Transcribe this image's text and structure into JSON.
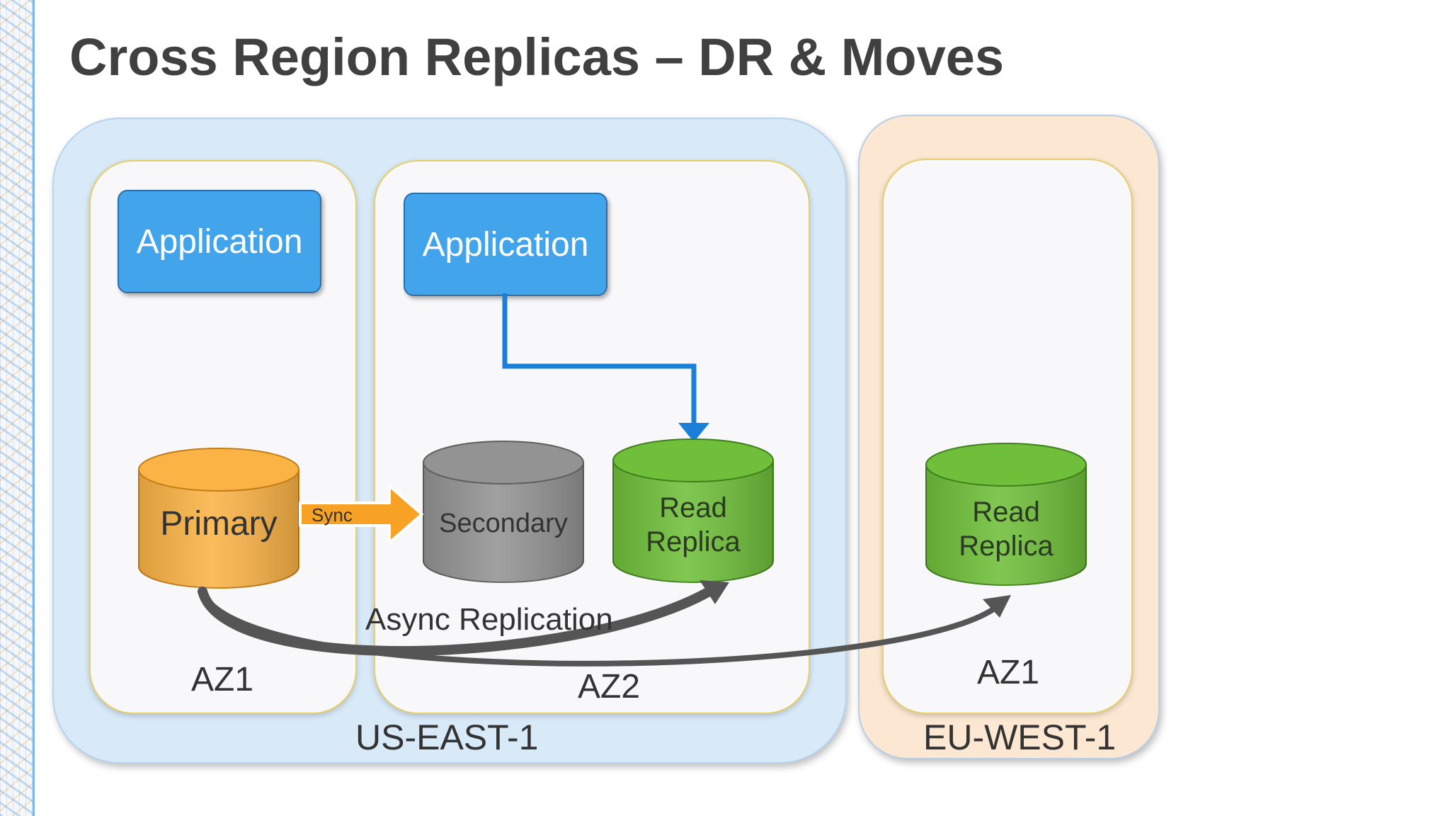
{
  "title": "Cross Region Replicas – DR & Moves",
  "regions": {
    "us": {
      "label": "US-EAST-1"
    },
    "eu": {
      "label": "EU-WEST-1"
    }
  },
  "zones": {
    "us_az1": {
      "label": "AZ1"
    },
    "us_az2": {
      "label": "AZ2"
    },
    "eu_az1": {
      "label": "AZ1"
    }
  },
  "applications": [
    {
      "label": "Application"
    },
    {
      "label": "Application"
    }
  ],
  "databases": {
    "primary": {
      "label": "Primary",
      "color": "#fbb345"
    },
    "secondary": {
      "label": "Secondary",
      "color": "#939393"
    },
    "replica_us": {
      "label": "Read\nReplica",
      "color": "#6fbf3a"
    },
    "replica_eu": {
      "label": "Read\nReplica",
      "color": "#6fbf3a"
    }
  },
  "connections": {
    "sync": {
      "label": "Sync",
      "color": "#f7a225"
    },
    "app_link_color": "#1a7fd8",
    "async": {
      "label": "Async Replication",
      "color": "#555555"
    }
  }
}
